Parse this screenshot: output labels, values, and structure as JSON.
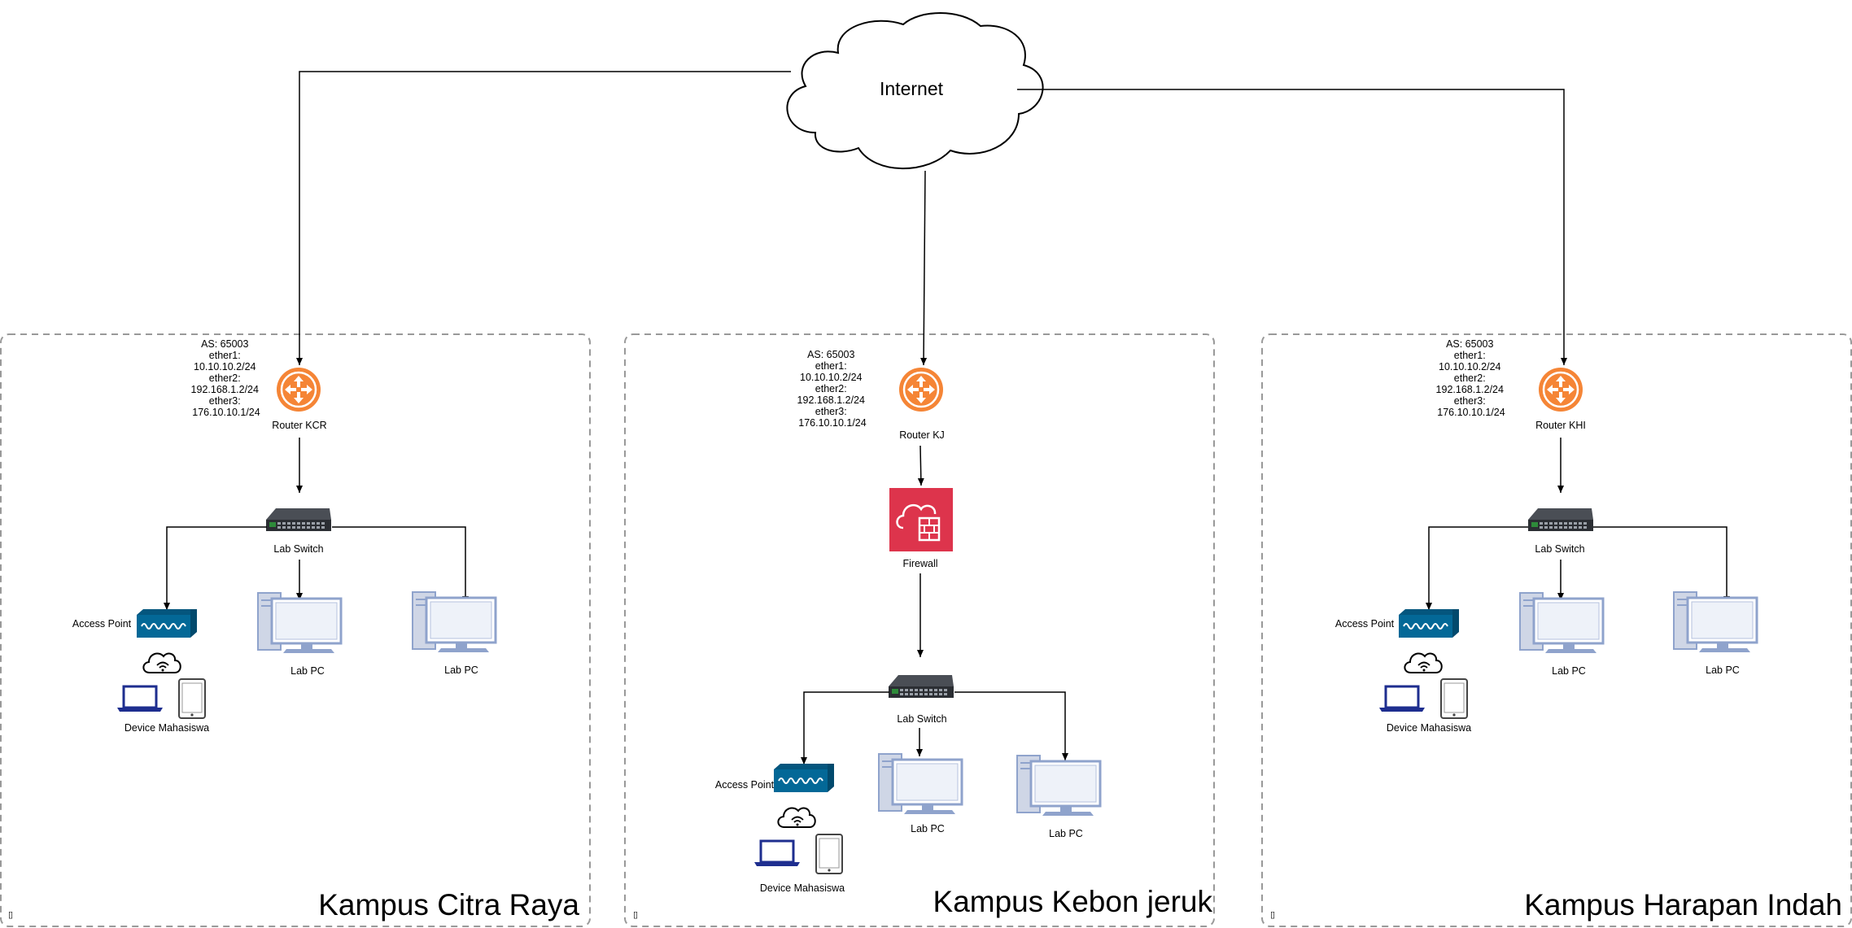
{
  "internet": {
    "label": "Internet"
  },
  "campuses": [
    {
      "name": "Kampus Citra Raya",
      "router": {
        "label": "Router KCR",
        "info": [
          "AS: 65003",
          "ether1:",
          "10.10.10.2/24",
          "ether2:",
          "192.168.1.2/24",
          "ether3:",
          "176.10.10.1/24"
        ]
      },
      "switch_label": "Lab Switch",
      "ap_label": "Access Point",
      "pc1_label": "Lab PC",
      "pc2_label": "Lab PC",
      "devices_label": "Device Mahasiswa"
    },
    {
      "name": "Kampus Kebon jeruk",
      "router": {
        "label": "Router KJ",
        "info": [
          "AS: 65003",
          "ether1:",
          "10.10.10.2/24",
          "ether2:",
          "192.168.1.2/24",
          "ether3:",
          "176.10.10.1/24"
        ]
      },
      "firewall_label": "Firewall",
      "switch_label": "Lab Switch",
      "ap_label": "Access Point",
      "pc1_label": "Lab PC",
      "pc2_label": "Lab PC",
      "devices_label": "Device Mahasiswa"
    },
    {
      "name": "Kampus Harapan Indah",
      "router": {
        "label": "Router KHI",
        "info": [
          "AS: 65003",
          "ether1:",
          "10.10.10.2/24",
          "ether2:",
          "192.168.1.2/24",
          "ether3:",
          "176.10.10.1/24"
        ]
      },
      "switch_label": "Lab Switch",
      "ap_label": "Access Point",
      "pc1_label": "Lab PC",
      "pc2_label": "Lab PC",
      "devices_label": "Device Mahasiswa"
    }
  ],
  "colors": {
    "router": "#F58536",
    "firewall": "#DD344C",
    "access_point": "#036897",
    "pc": "#8FA3CC",
    "laptop": "#1E2E8F"
  }
}
